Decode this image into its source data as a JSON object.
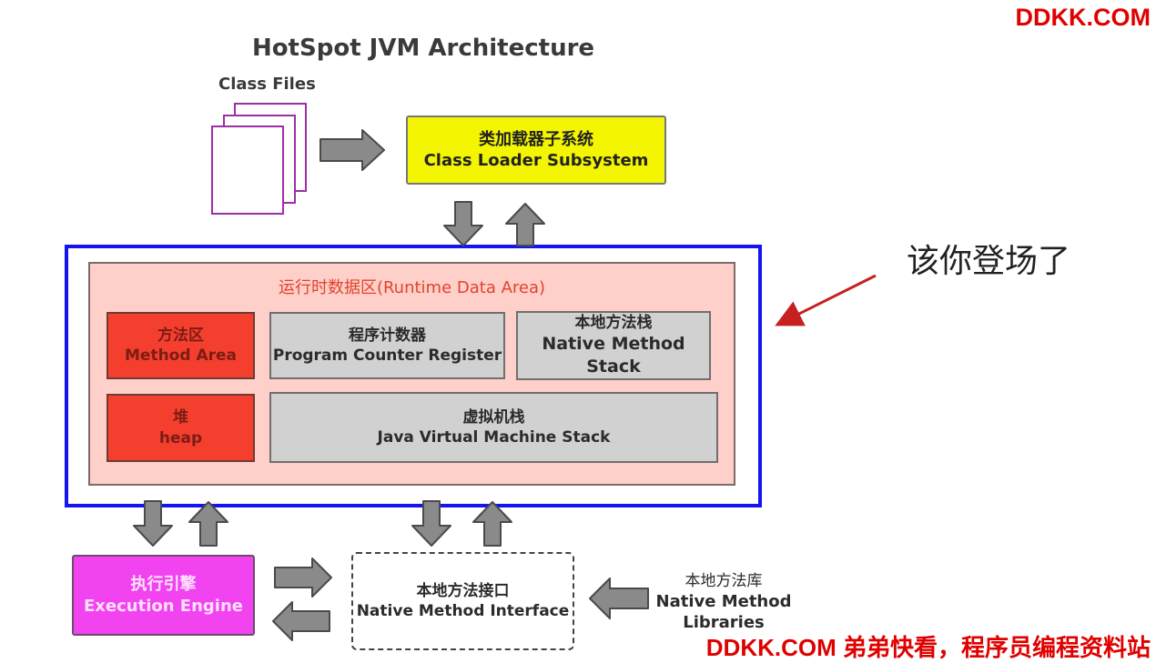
{
  "title": "HotSpot JVM Architecture",
  "watermark_top": "DDKK.COM",
  "watermark_bottom": "DDKK.COM 弟弟快看，程序员编程资料站",
  "class_files": {
    "label": "Class Files"
  },
  "class_loader": {
    "zh": "类加载器子系统",
    "en": "Class Loader Subsystem"
  },
  "runtime_data_area": {
    "title": "运行时数据区(Runtime Data Area)",
    "method_area": {
      "zh": "方法区",
      "en": "Method Area"
    },
    "heap": {
      "zh": "堆",
      "en": "heap"
    },
    "pc_register": {
      "zh": "程序计数器",
      "en": "Program Counter Register"
    },
    "native_method_stack": {
      "zh": "本地方法栈",
      "en": "Native Method Stack"
    },
    "jvm_stack": {
      "zh": "虚拟机栈",
      "en": "Java Virtual Machine Stack"
    }
  },
  "execution_engine": {
    "zh": "执行引擎",
    "en": "Execution Engine"
  },
  "native_method_interface": {
    "zh": "本地方法接口",
    "en": "Native Method Interface"
  },
  "native_method_libraries": {
    "zh": "本地方法库",
    "en_line1": "Native Method",
    "en_line2": "Libraries"
  },
  "annotation": {
    "text": "该你登场了"
  },
  "colors": {
    "class_loader_fill": "#f4f500",
    "frame_border": "#1414f0",
    "runtime_fill": "#ffcfca",
    "red_cells": "#f43f2e",
    "gray_cells": "#d1d1d1",
    "execution_engine_fill": "#f143f0",
    "class_files_border": "#9b2fa6",
    "annotation_arrow": "#c62020",
    "watermark": "#e00000"
  }
}
